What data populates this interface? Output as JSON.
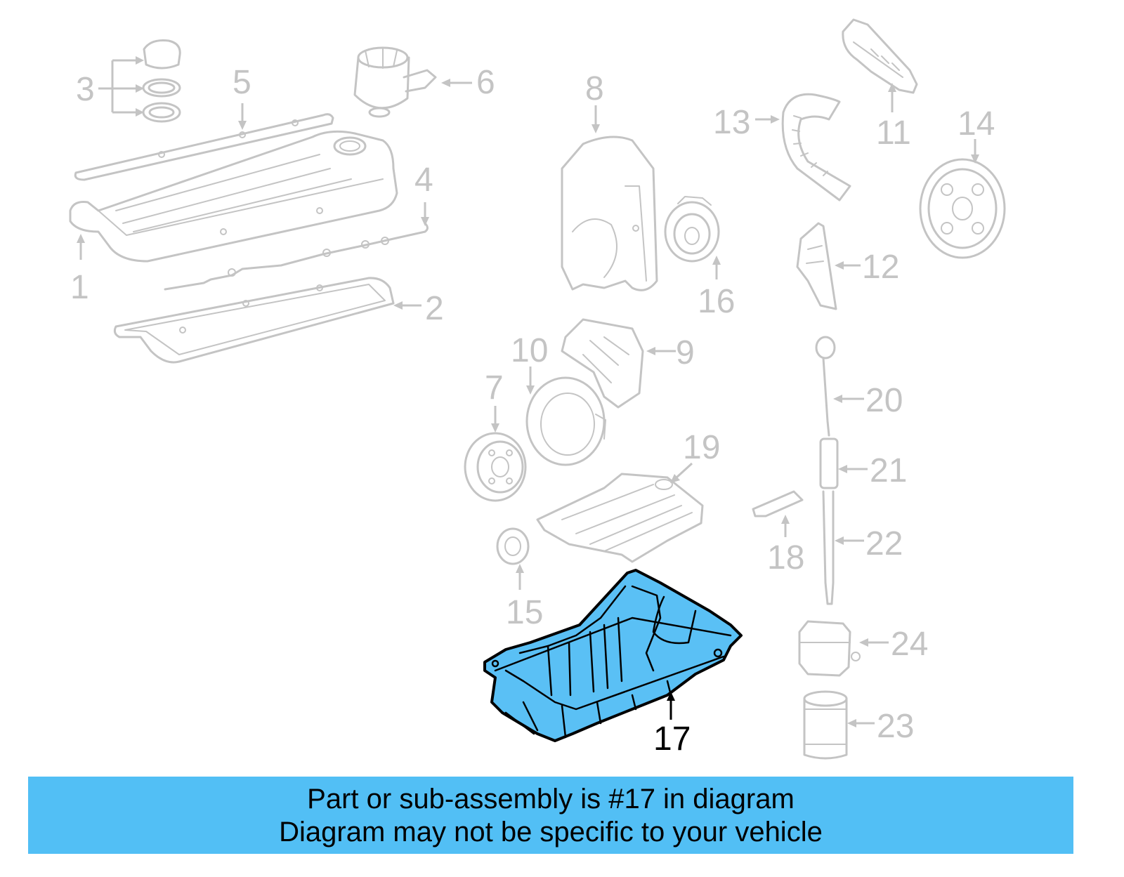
{
  "callouts": {
    "c1": "1",
    "c2": "2",
    "c3": "3",
    "c4": "4",
    "c5": "5",
    "c6": "6",
    "c7": "7",
    "c8": "8",
    "c9": "9",
    "c10": "10",
    "c11": "11",
    "c12": "12",
    "c13": "13",
    "c14": "14",
    "c15": "15",
    "c16": "16",
    "c17": "17",
    "c18": "18",
    "c19": "19",
    "c20": "20",
    "c21": "21",
    "c22": "22",
    "c23": "23",
    "c24": "24"
  },
  "highlight": {
    "part_number": "17",
    "color": "#5ac0f5",
    "label_color": "#000000"
  },
  "ghost_color": "#c4c4c4",
  "banner": {
    "line1": "Part or sub-assembly is #17 in diagram",
    "line2": "Diagram may not be specific to your vehicle",
    "background": "#52bff5"
  }
}
